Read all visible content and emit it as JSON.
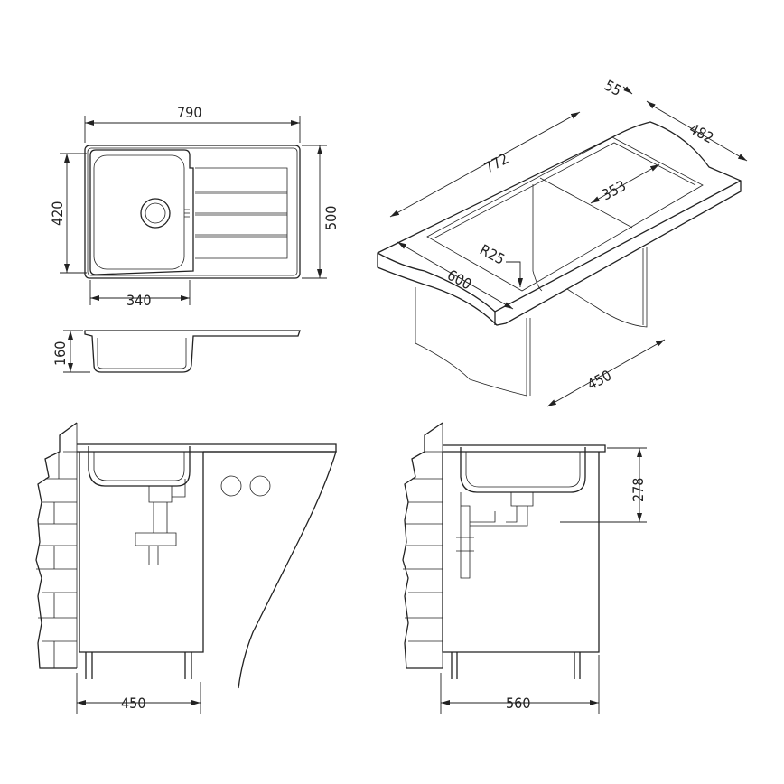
{
  "top_view": {
    "width_label": "790",
    "bowl_height_label": "420",
    "depth_label": "500",
    "bowl_width_label": "340"
  },
  "side_view": {
    "height_label": "160"
  },
  "iso_view": {
    "rim_label": "55",
    "depth_label": "482",
    "length_label": "772",
    "drainer_label": "353",
    "radius_label": "R25",
    "cutout_depth_label": "600",
    "cabinet_label": "450"
  },
  "section_left": {
    "cabinet_width_label": "450"
  },
  "section_right": {
    "height_label": "278",
    "cabinet_width_label": "560"
  }
}
